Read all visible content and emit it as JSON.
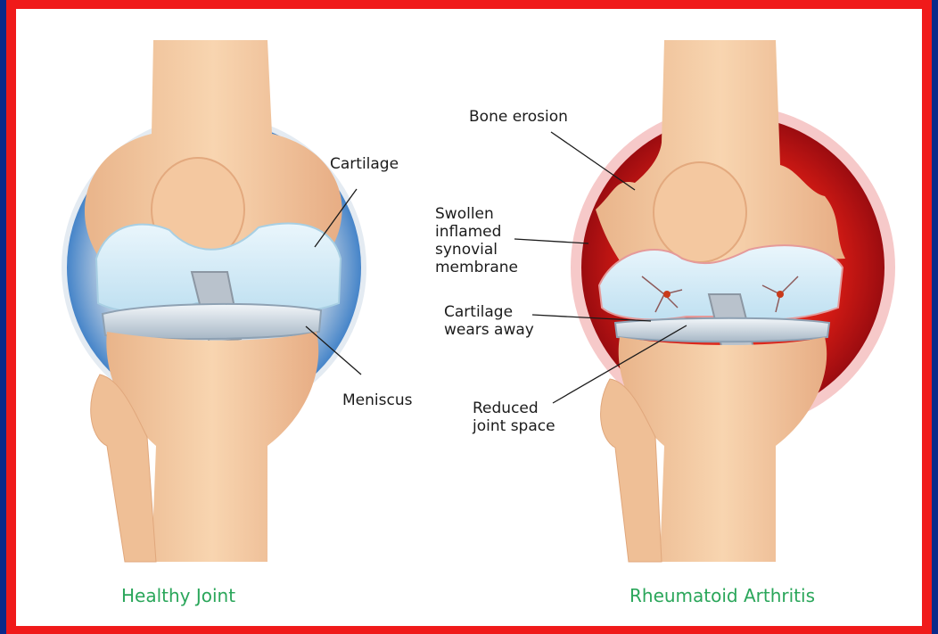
{
  "labels": {
    "cartilage": "Cartilage",
    "meniscus": "Meniscus",
    "bone_erosion": "Bone erosion",
    "swollen_line1": "Swollen",
    "swollen_line2": "inflamed",
    "swollen_line3": "synovial",
    "swollen_line4": "membrane",
    "cartilage_wears_line1": "Cartilage",
    "cartilage_wears_line2": "wears away",
    "reduced_line1": "Reduced",
    "reduced_line2": "joint space"
  },
  "captions": {
    "healthy": "Healthy Joint",
    "ra": "Rheumatoid Arthritis"
  },
  "colors": {
    "frame_blue": "#0b2a8a",
    "frame_red": "#f01a1a",
    "caption_green": "#2aa65a",
    "bone": "#f5c9a0",
    "cartilage": "#d6ecf7",
    "inflammation": "#c4141a"
  }
}
